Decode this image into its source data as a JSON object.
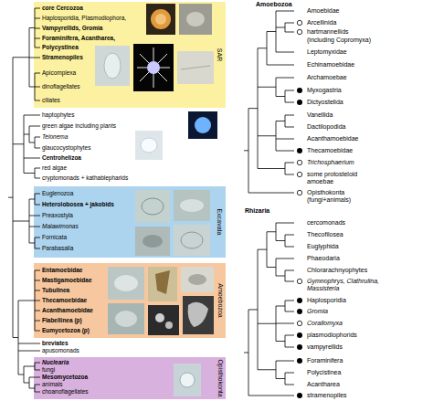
{
  "diagram": {
    "nodes": [
      {
        "text": [
          "SAR"
        ]
      },
      {
        "text": [
          "Excavata"
        ]
      },
      {
        "text": [
          "Amoebozoa"
        ]
      },
      {
        "text": [
          "Opisthokonta"
        ]
      }
    ],
    "labels": [
      "core Cercozoa",
      "Haplosporidia, Plasmodiophora,",
      "Vampyrellids, Gromia",
      "Foraminifera, Acantharea,",
      "Polycystinea",
      "Stramenopiles",
      "Apicomplexa",
      "dinoflagellates",
      "ciliates",
      "haptophytes",
      "green algae including plants",
      "Telonema",
      "glaucocystophytes",
      "Centrohelizoa",
      "red algae",
      "cryptomonads + kathablepharids",
      "Euglenozoa",
      "Heterolobosea + jakobids",
      "Preaxostyla",
      "Malawimonas",
      "Fornicata",
      "Parabasalia",
      "Entamoebidae",
      "Mastigamoebidae",
      "Tubulinea",
      "Thecamoebidae",
      "Acanthamoebidae",
      "Flabellinea (p)",
      "Eumycetozoa (p)",
      "breviates",
      "apusomonads",
      "Nuclearia",
      "fungi",
      "Mesomycetozoa",
      "animals",
      "choanoflagellates",
      "Amoebozoa",
      "Amoebidae",
      "Arcellinida",
      "hartmannellids",
      "(including Copromyxa)",
      "Leptomyxidae",
      "Echinamoebidae",
      "Archamoebae",
      "Myxogastria",
      "Dictyostelida",
      "Vanellida",
      "Dactilopodida",
      "Acanthamoebidae",
      "Thecamoebidae",
      "Trichosphaerium",
      "some protosteloid amoebae",
      "Opisthokonta (fungi+animals)",
      "Rhizaria",
      "cercomonads",
      "Thecofilosea",
      "Euglyphida",
      "Phaeodaria",
      "Chlorarachnyophytes",
      "Gymnophrys, Clathrulina, Massisteria",
      "Haplosporidia",
      "Gromia",
      "Corallomyxa",
      "plasmodiophorids",
      "vampyrellids",
      "Foraminifera",
      "Polycistinea",
      "Acantharea",
      "stramenopiles"
    ]
  }
}
